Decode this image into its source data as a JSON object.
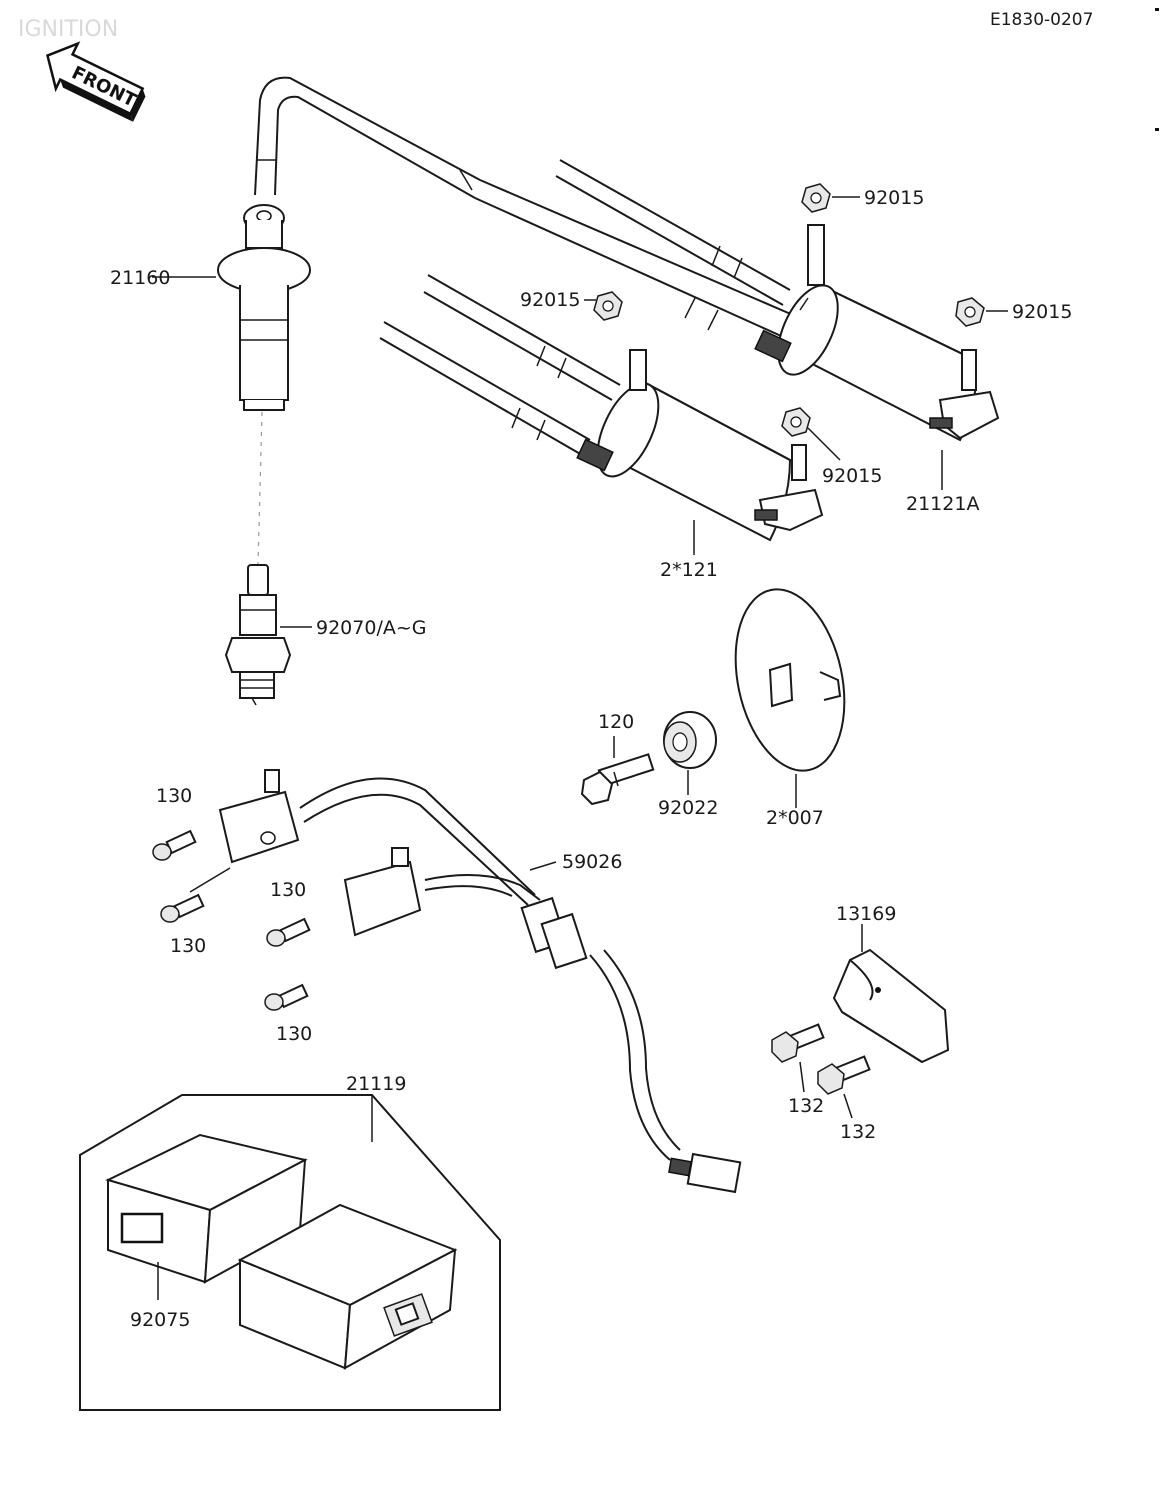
{
  "header": {
    "section_title": "IGNITION",
    "diagram_code": "E1830-0207",
    "front_marker": "FRONT"
  },
  "labels": {
    "l21160": "21160",
    "l92015_top": "92015",
    "l92015_left": "92015",
    "l92015_right": "92015",
    "l92015_mid": "92015",
    "l21121A": "21121A",
    "l21121": "2*121",
    "l92070": "92070/A~G",
    "l120": "120",
    "l92022": "92022",
    "l21007": "2*007",
    "l130_a": "130",
    "l130_b": "130",
    "l130_c": "130",
    "l130_d": "130",
    "l59026": "59026",
    "l13169": "13169",
    "l132_a": "132",
    "l132_b": "132",
    "l21119": "21119",
    "l92075": "92075"
  }
}
